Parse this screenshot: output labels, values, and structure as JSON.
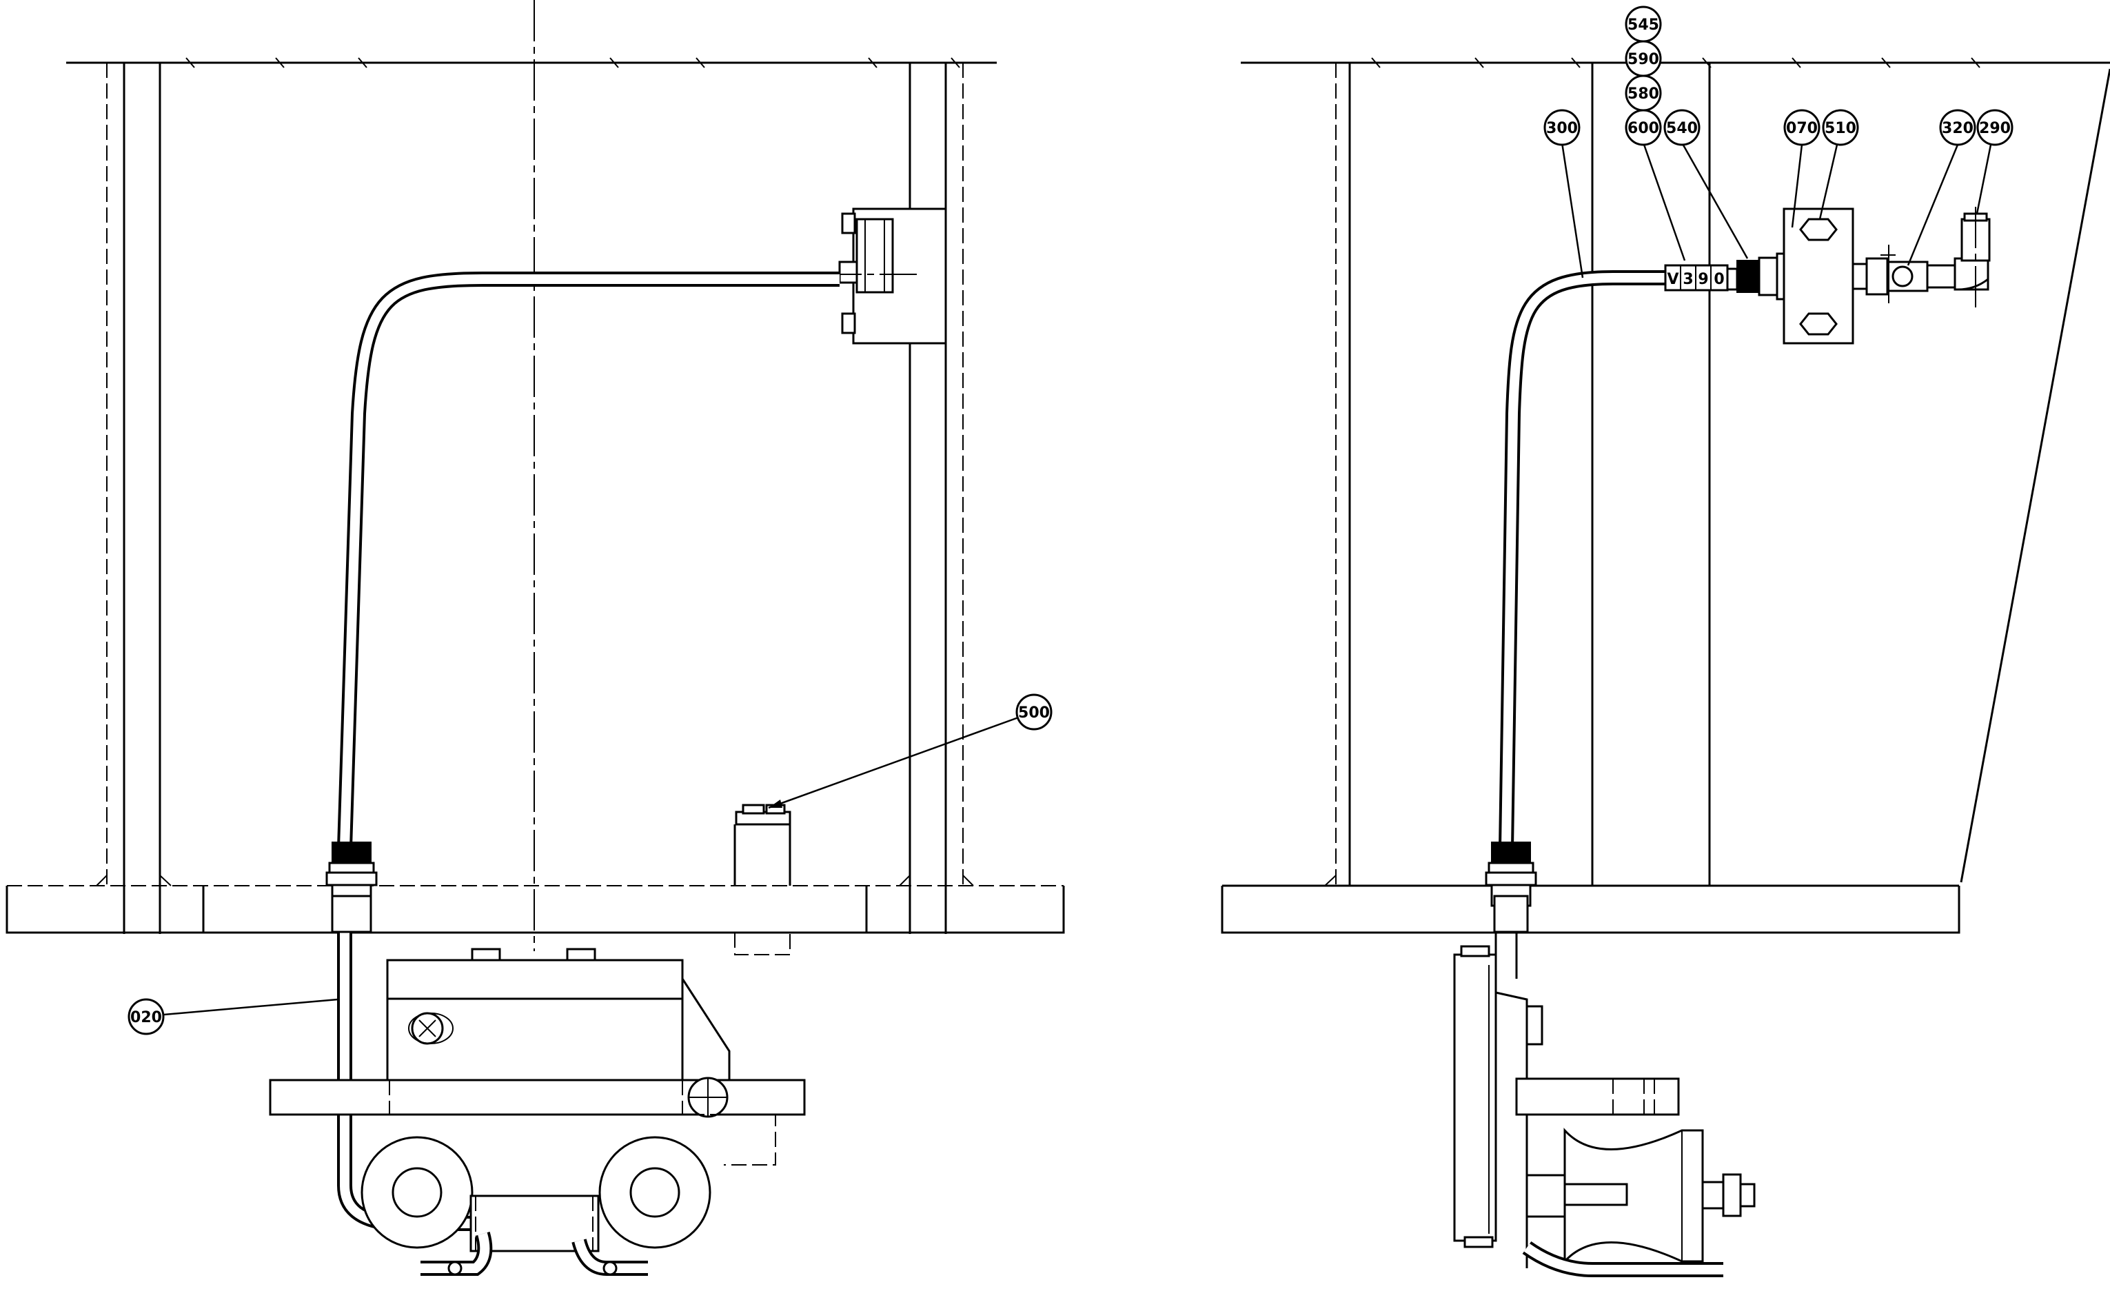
{
  "title": "",
  "left_view": {
    "balloons": [
      {
        "id": "b-020",
        "label": "020"
      },
      {
        "id": "b-500",
        "label": "500"
      }
    ]
  },
  "right_view": {
    "balloons": [
      {
        "id": "b-545",
        "label": "545"
      },
      {
        "id": "b-590",
        "label": "590"
      },
      {
        "id": "b-580",
        "label": "580"
      },
      {
        "id": "b-300",
        "label": "300"
      },
      {
        "id": "b-600",
        "label": "600"
      },
      {
        "id": "b-540",
        "label": "540"
      },
      {
        "id": "b-070",
        "label": "070"
      },
      {
        "id": "b-510",
        "label": "510"
      },
      {
        "id": "b-320",
        "label": "320"
      },
      {
        "id": "b-290",
        "label": "290"
      }
    ],
    "marker_text": {
      "v": "V",
      "d1": "3",
      "d2": "9",
      "d3": "0"
    }
  }
}
